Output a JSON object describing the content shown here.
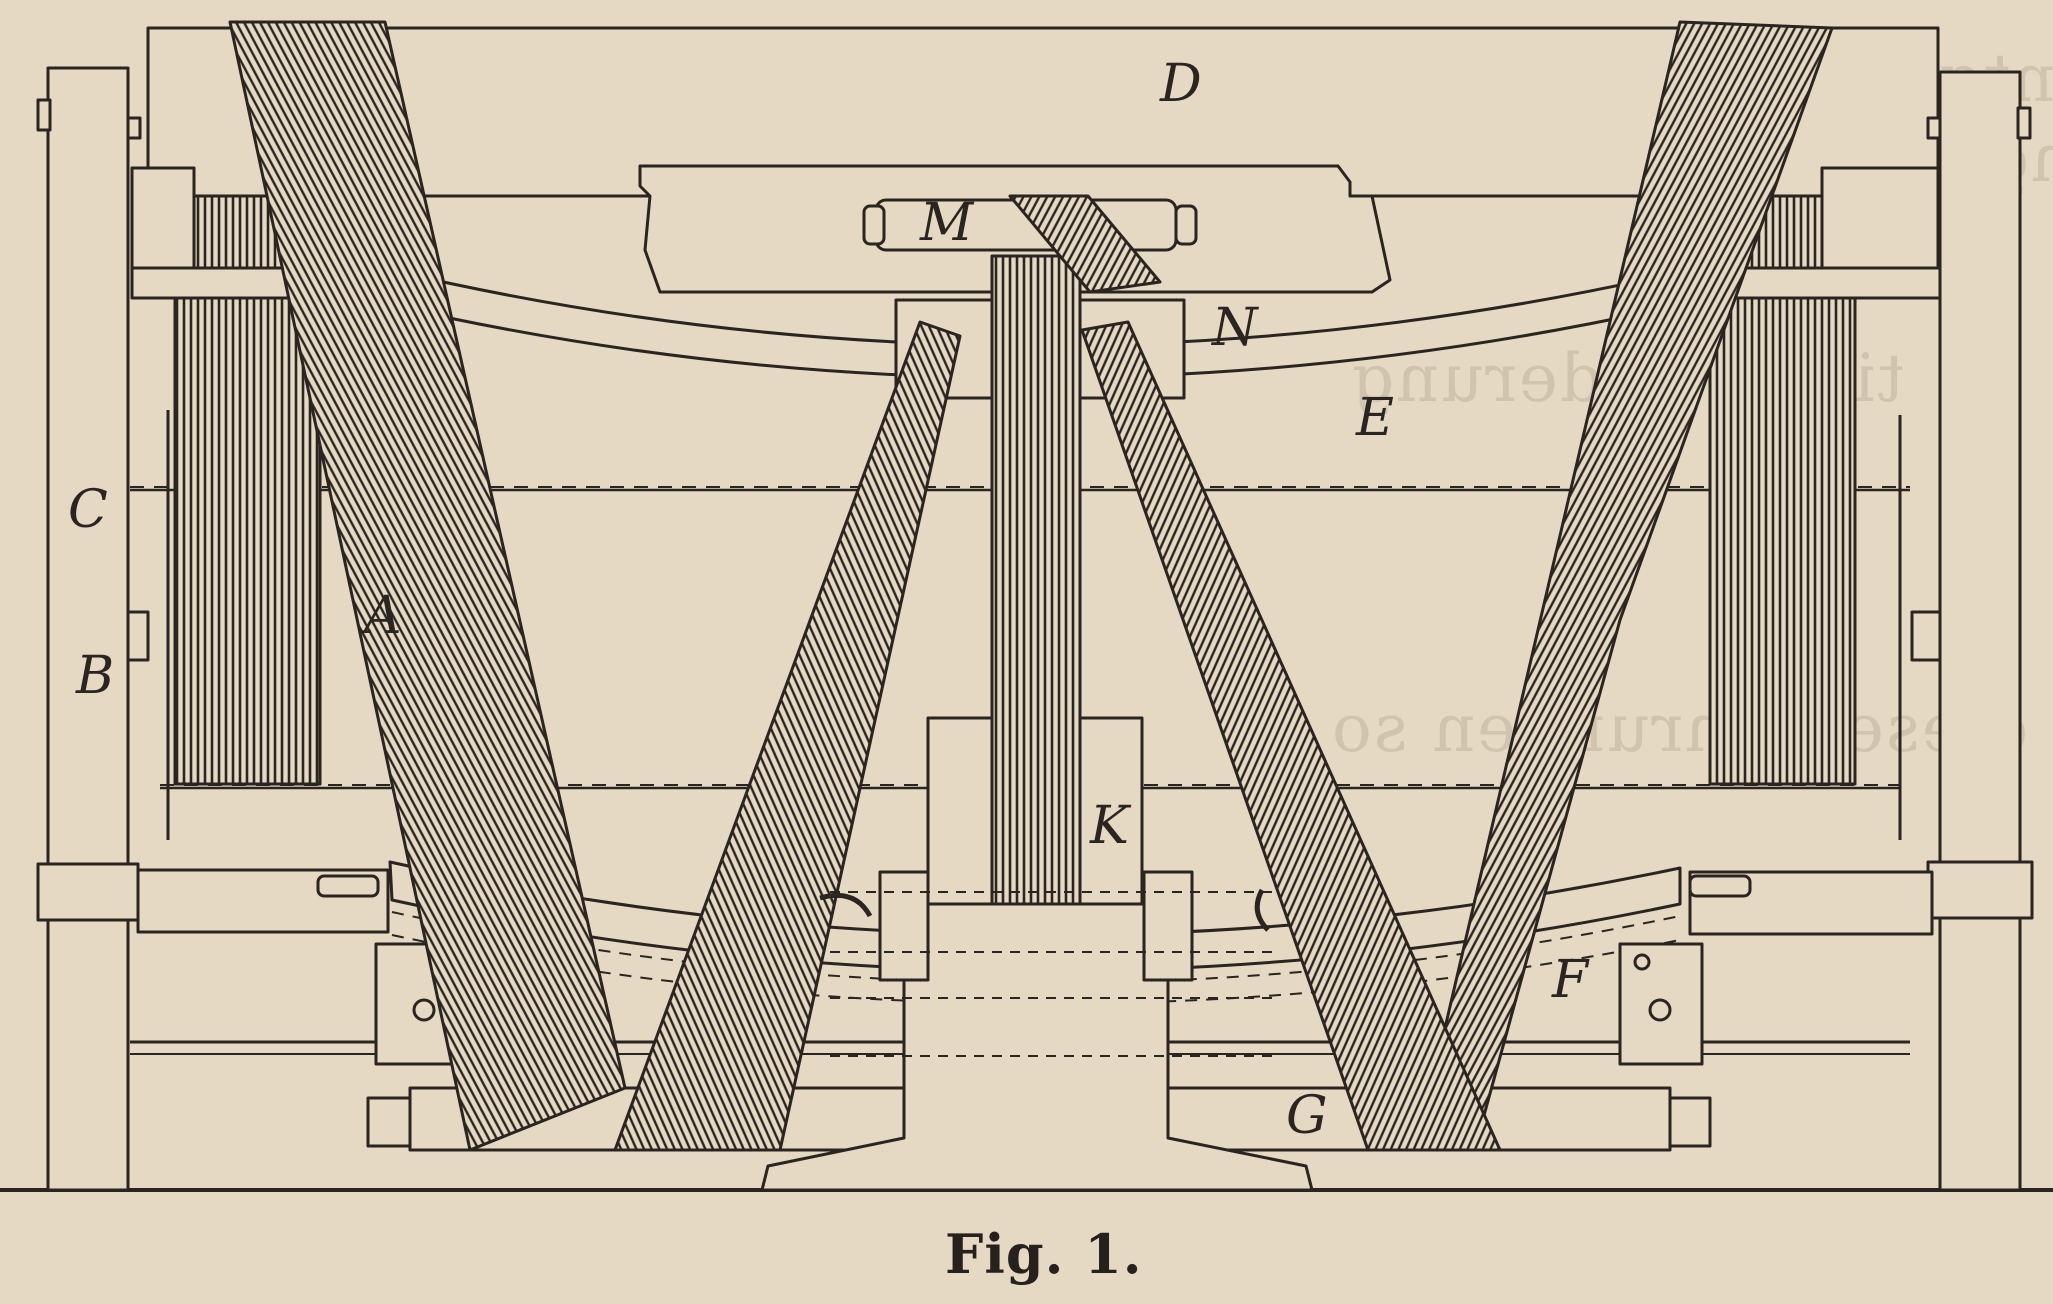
{
  "figure": {
    "caption": "Fig. 1.",
    "labels": {
      "D": "D",
      "M": "M",
      "N": "N",
      "E": "E",
      "C": "C",
      "A": "A",
      "B": "B",
      "K": "K",
      "F": "F",
      "G": "G"
    }
  },
  "colors": {
    "paper": "#e6d9c3",
    "ink": "#2a2521"
  }
}
